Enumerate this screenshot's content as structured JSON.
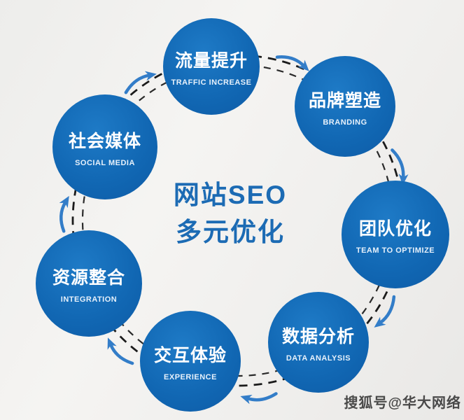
{
  "center_title": {
    "line1": "网站SEO",
    "line2": "多元优化"
  },
  "nodes": [
    {
      "id": "traffic-increase",
      "title": "流量提升",
      "subtitle": "TRAFFIC INCREASE"
    },
    {
      "id": "branding",
      "title": "品牌塑造",
      "subtitle": "BRANDING"
    },
    {
      "id": "team-optimize",
      "title": "团队优化",
      "subtitle": "TEAM TO OPTIMIZE"
    },
    {
      "id": "data-analysis",
      "title": "数据分析",
      "subtitle": "DATA ANALYSIS"
    },
    {
      "id": "experience",
      "title": "交互体验",
      "subtitle": "EXPERIENCE"
    },
    {
      "id": "integration",
      "title": "资源整合",
      "subtitle": "INTEGRATION"
    },
    {
      "id": "social-media",
      "title": "社会媒体",
      "subtitle": "SOCIAL MEDIA"
    }
  ],
  "watermark": "搜狐号@华大网络",
  "colors": {
    "node_blue": "#1167b3",
    "center_text_blue": "#1c6bb4",
    "arrow_blue": "#337dc8",
    "dash_black": "#1f1f1f",
    "background": "#f0efed"
  }
}
